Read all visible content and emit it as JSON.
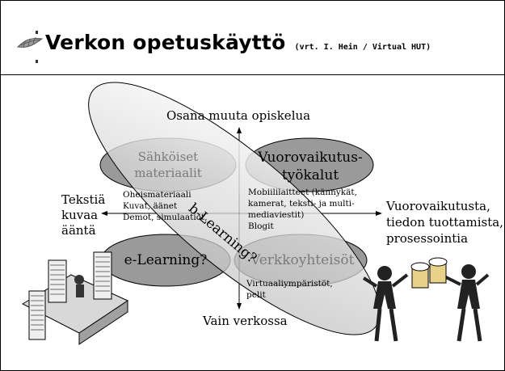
{
  "slide": {
    "title": "Verkon opetuskäyttö",
    "subtitle": "(vrt. I. Hein / Virtual HUT)"
  },
  "axes": {
    "top": "Osana muuta opiskelua",
    "bottom": "Vain verkossa",
    "left": [
      "Tekstiä",
      "kuvaa",
      "ääntä"
    ],
    "right": [
      "Vuorovaikutusta,",
      "tiedon tuottamista,",
      "prosessointia"
    ]
  },
  "ellipses": {
    "top_left": [
      "Sähköiset",
      "materiaalit"
    ],
    "top_right": [
      "Vuorovaikutus-",
      "työkalut"
    ],
    "bottom_left": "e-Learning?",
    "bottom_right": "Verkkoyhteisöt",
    "diagonal": "b-Learning?"
  },
  "lists": {
    "left": [
      "Oheismateriaali",
      "Kuvat, äänet",
      "Demot, simulaatiot,"
    ],
    "right": [
      "Mobiililaitteet (kännykät,",
      "kamerat, teksti- ja multi-",
      "mediaviestit)",
      "Blogit"
    ],
    "bottom_right": [
      "Virtuaaliympäristöt,",
      "pelit"
    ]
  },
  "colors": {
    "ellipse_fill": "#9a9a9a",
    "frame": "#000000"
  }
}
